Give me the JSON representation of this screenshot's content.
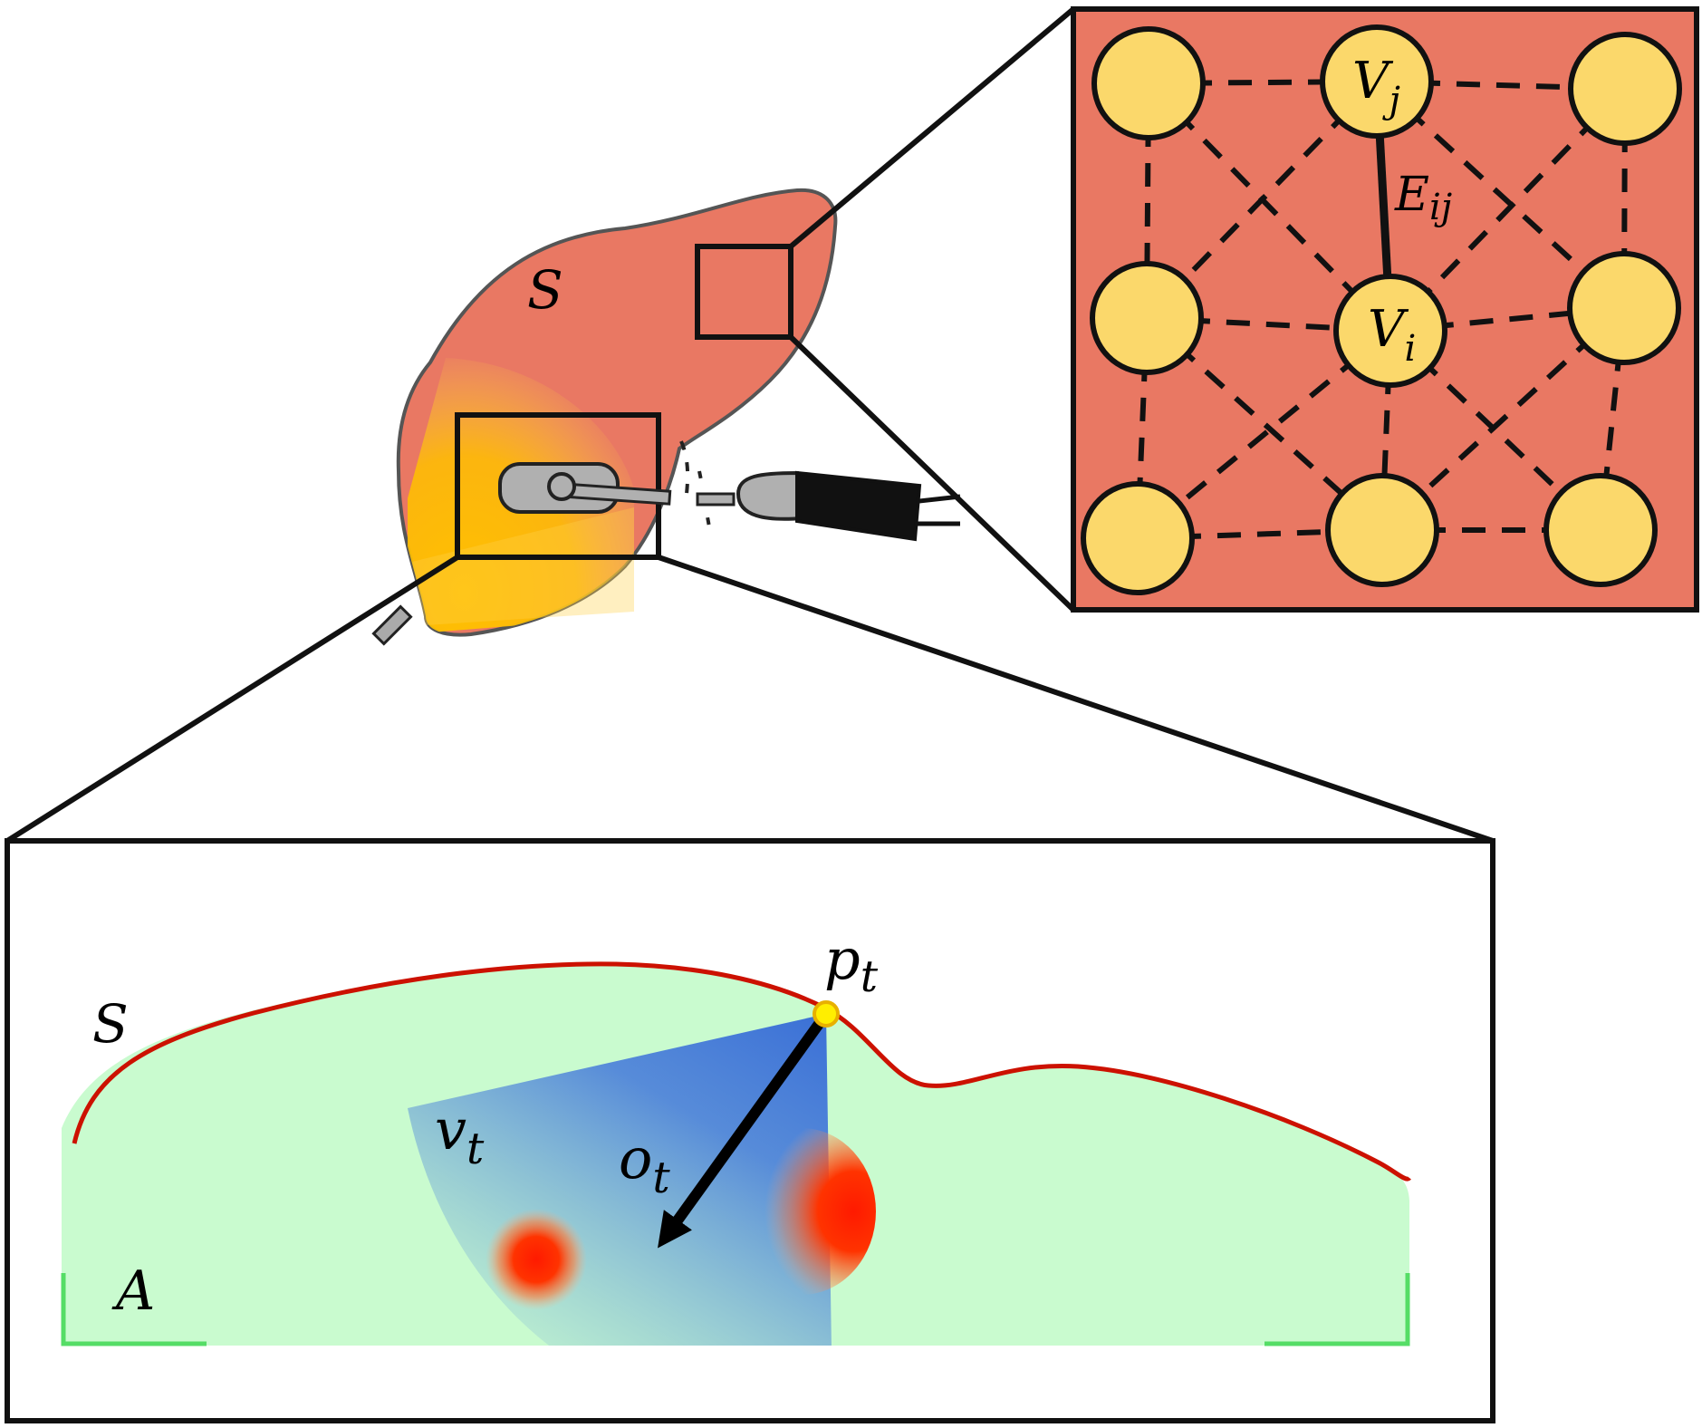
{
  "labels": {
    "organ_surface": "S",
    "node_j": "V",
    "node_j_sub": "j",
    "node_i": "V",
    "node_i_sub": "i",
    "edge": "E",
    "edge_sub": "ij",
    "surface": "S",
    "point": "p",
    "point_sub": "t",
    "view": "v",
    "view_sub": "t",
    "orientation": "o",
    "orientation_sub": "t",
    "region": "A"
  },
  "colors": {
    "organ": "#E97863",
    "organ_outline": "#555555",
    "node": "#FBD86B",
    "graph_bg": "#E97863",
    "region": "#C9FBCF",
    "surface_curve": "#CC1100",
    "view_cone": "#3A6FD6",
    "hotspot": "#FF2200",
    "point_marker": "#FFEE00",
    "region_corner": "#55DD66",
    "probe": "#B0B0B0"
  },
  "graph": {
    "nodes": [
      {
        "id": "n1",
        "label": ""
      },
      {
        "id": "vj",
        "label": "Vj"
      },
      {
        "id": "n3",
        "label": ""
      },
      {
        "id": "n4",
        "label": ""
      },
      {
        "id": "vi",
        "label": "Vi"
      },
      {
        "id": "n6",
        "label": ""
      },
      {
        "id": "n7",
        "label": ""
      },
      {
        "id": "n8",
        "label": ""
      },
      {
        "id": "n9",
        "label": ""
      }
    ],
    "highlighted_edge": [
      "vi",
      "vj"
    ]
  }
}
